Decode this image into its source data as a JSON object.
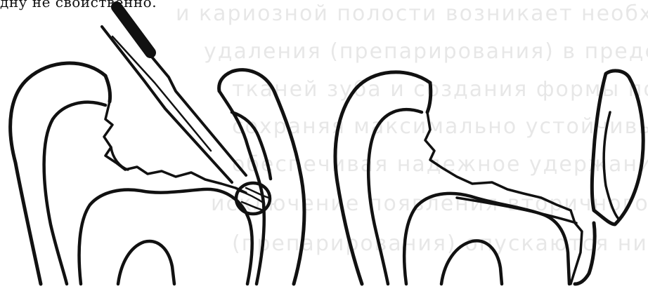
{
  "caption": {
    "top_fragment": "дну не свойственно."
  },
  "bleed_through": {
    "lines": [
      "и кариозной полости возникает необходимость",
      "удаления (препарирования) в пределах здоровых",
      "тканей зуба и создания формы полости,",
      "сохраняя максимально устойчивые стенки и",
      "обеспечивая надежное удержание пломбы и",
      "исключение появления вторичного кариеса.",
      "(препарирования) опускаются ниже"
    ]
  },
  "colors": {
    "ink": "#111111",
    "paper": "#ffffff"
  }
}
